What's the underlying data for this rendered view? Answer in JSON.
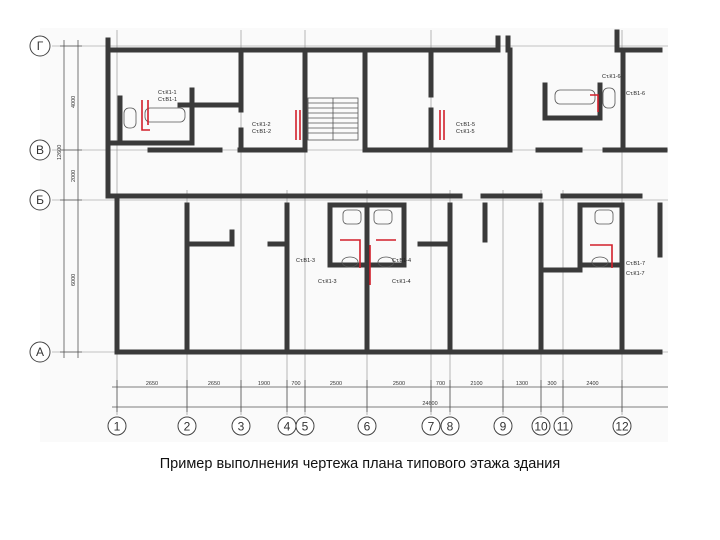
{
  "caption": "Пример выполнения чертежа плана типового этажа здания",
  "row_axes": [
    "Г",
    "В",
    "Б",
    "А"
  ],
  "col_axes": [
    "1",
    "2",
    "3",
    "4",
    "5",
    "6",
    "7",
    "8",
    "9",
    "10",
    "11",
    "12"
  ],
  "vertical_dims": [
    "4000",
    "2000",
    "6000",
    "12600"
  ],
  "bottom_dims": [
    "2650",
    "2650",
    "1900",
    "700",
    "2500",
    "2500",
    "700",
    "2100",
    "1300",
    "300",
    "2400"
  ],
  "total_dim": "24600",
  "riser_labels": [
    "Ст.К1-1",
    "Ст.В1-1",
    "Ст.К1-2",
    "Ст.В1-2",
    "Ст.В1-5",
    "Ст.К1-5",
    "Ст.К1-6",
    "Ст.В1-6",
    "Ст.В1-3",
    "Ст.К1-3",
    "Ст.В1-4",
    "Ст.К1-4",
    "Ст.В1-7",
    "Ст.К1-7"
  ],
  "colors": {
    "walls": "#3a3a3a",
    "pipes": "#d21f2a",
    "grid": "#8a8a8a"
  }
}
